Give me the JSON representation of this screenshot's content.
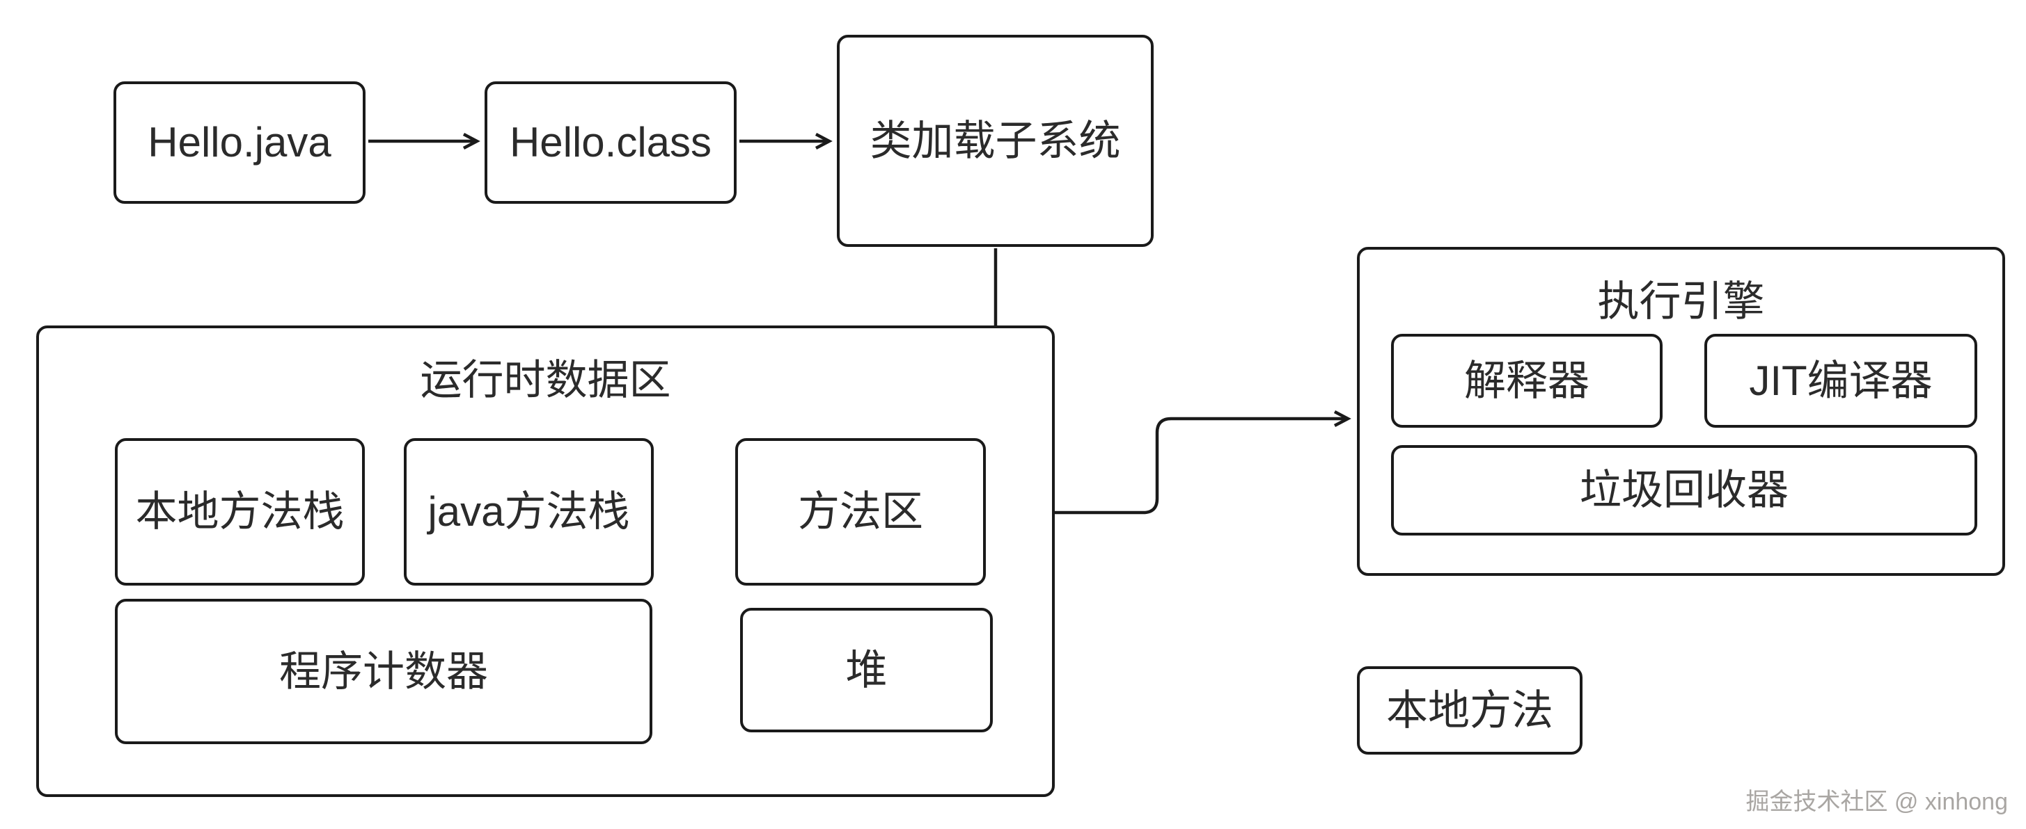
{
  "diagram": {
    "labels": {
      "hello_java": "Hello.java",
      "hello_class": "Hello.class",
      "class_loader": "类加载子系统",
      "runtime_area": "运行时数据区",
      "native_stack": "本地方法栈",
      "java_stack": "java方法栈",
      "method_area": "方法区",
      "pc_register": "程序计数器",
      "heap": "堆",
      "exec_engine": "执行引擎",
      "interpreter": "解释器",
      "jit_compiler": "JIT编译器",
      "garbage_collector": "垃圾回收器",
      "native_method": "本地方法"
    },
    "connections": [
      {
        "from": "hello_java",
        "to": "hello_class",
        "style": "straight-arrow"
      },
      {
        "from": "hello_class",
        "to": "class_loader",
        "style": "straight-arrow"
      },
      {
        "from": "class_loader",
        "to": "method_area",
        "style": "elbow-arrow-down"
      },
      {
        "from": "method_area",
        "to": "exec_engine",
        "style": "elbow-arrow-right"
      }
    ],
    "watermark": "掘金技术社区 @ xinhong",
    "colors": {
      "stroke": "#1a1a1a",
      "text": "#2b2b2b",
      "watermark": "#a9a6a3",
      "background": "#ffffff"
    }
  }
}
